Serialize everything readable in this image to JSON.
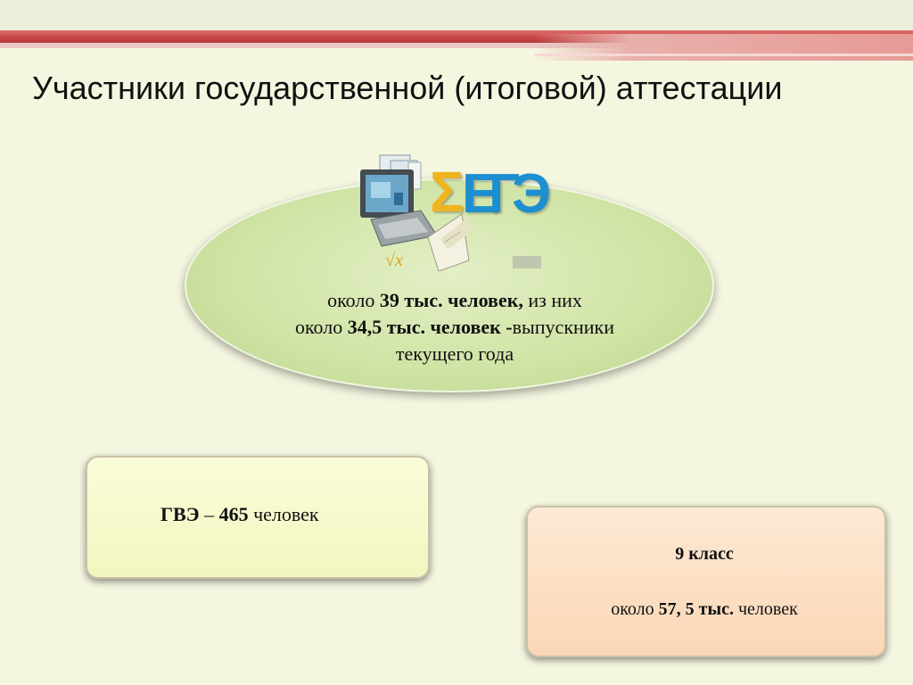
{
  "slide": {
    "title": "Участники государственной (итоговой) аттестации"
  },
  "ege_logo": {
    "sigma": "Σ",
    "letters": [
      "Е",
      "Г",
      "Э"
    ]
  },
  "ellipse": {
    "line1_prefix": "около ",
    "line1_bold": "39 тыс. человек,",
    "line1_suffix": " из них",
    "line2_prefix": "около ",
    "line2_bold": "34,5 тыс. человек -",
    "line2_suffix": "выпускники",
    "line3": "текущего года"
  },
  "gve_box": {
    "label_bold": "ГВЭ",
    "dash": " – ",
    "count_bold": "465",
    "unit": " человек"
  },
  "ninth_grade_box": {
    "title": "9 класс",
    "prefix": "около ",
    "count_bold": "57, 5 тыс.",
    "unit": " человек"
  },
  "colors": {
    "accent_red": "#c94848",
    "ellipse_green": "#cfe3a3",
    "box_yellow": "#f2f6c0",
    "box_peach": "#fad7b6",
    "logo_blue": "#1d8fd0",
    "logo_gold": "#f0b41e"
  }
}
